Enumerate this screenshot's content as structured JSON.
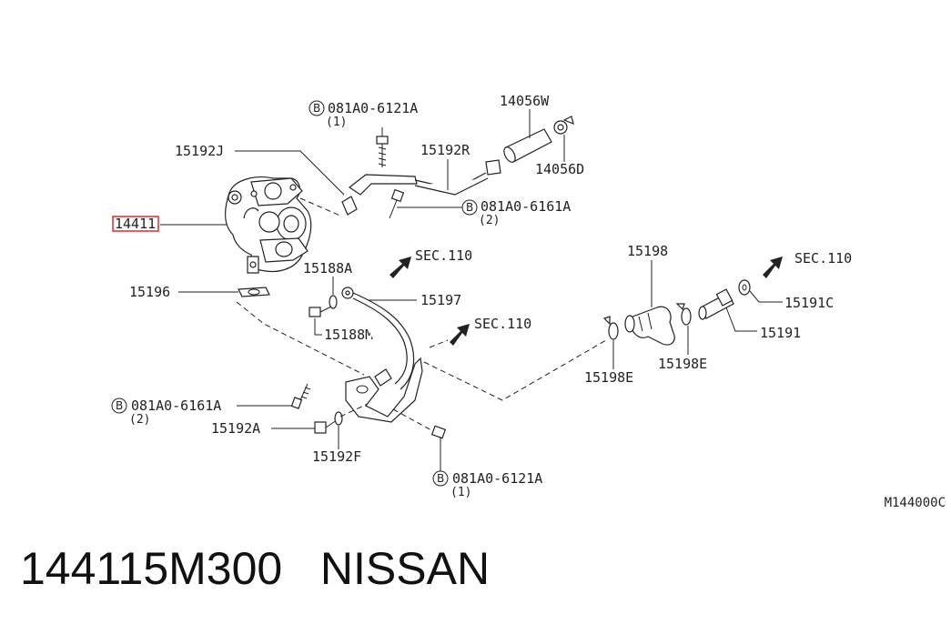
{
  "labels": {
    "turbo": "14411",
    "p15192J": "15192J",
    "p15192R": "15192R",
    "p14056W": "14056W",
    "p14056D": "14056D",
    "bolt1": "081A0-6121A",
    "bolt1_qty": "(1)",
    "bolt2": "081A0-6161A",
    "bolt2_qty": "(2)",
    "p15196": "15196",
    "p15188A": "15188A",
    "p15188M": "15188M",
    "p15197": "15197",
    "sec1": "SEC.110",
    "sec2": "SEC.110",
    "sec3": "SEC.110",
    "p15198": "15198",
    "p15198E_a": "15198E",
    "p15198E_b": "15198E",
    "p15191C": "15191C",
    "p15191": "15191",
    "bolt3": "081A0-6161A",
    "bolt3_qty": "(2)",
    "p15192A": "15192A",
    "p15192F": "15192F",
    "bolt4": "081A0-6121A",
    "bolt4_qty": "(1)",
    "b_marker": "B"
  },
  "reference_code": "M144000C",
  "footer": {
    "part_number": "144115M300",
    "brand": "NISSAN"
  },
  "colors": {
    "highlight": "#e8262a",
    "ink": "#222222"
  }
}
